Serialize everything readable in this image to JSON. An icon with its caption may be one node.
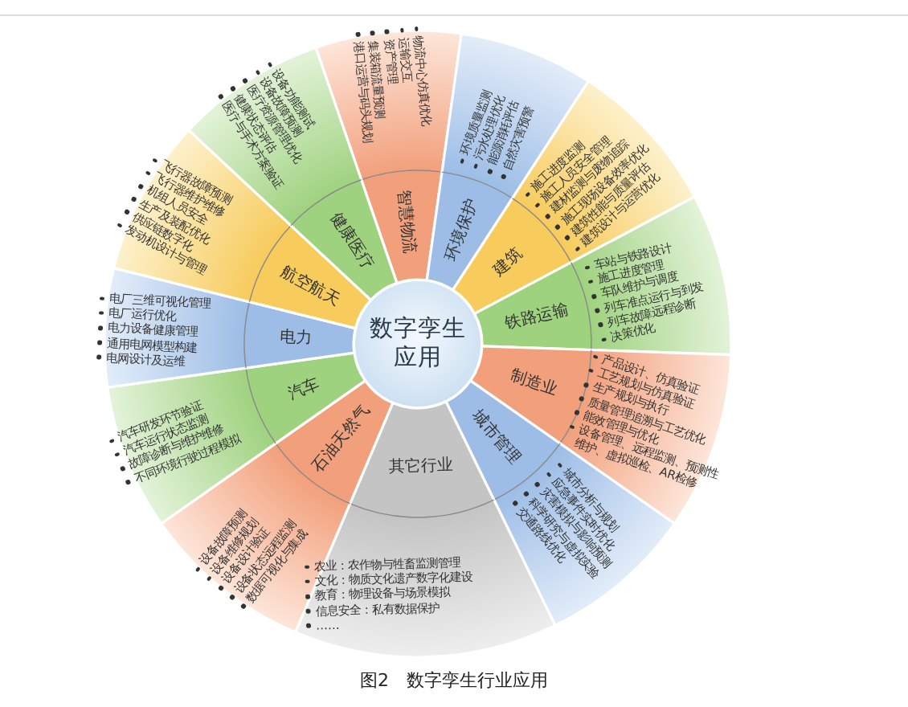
{
  "diagram": {
    "caption": "图2　数字孪生行业应用",
    "nodes": [
      {
        "text": [
          "数字孪生应用"
        ]
      },
      {
        "text": [
          "智慧物流",
          "物流中心仿真优化",
          "运输交互",
          "资产管理",
          "集装箱流量预测",
          "港口运营与码头规划"
        ]
      },
      {
        "text": [
          "环境保护",
          "环境质量监测",
          "污水处理优化",
          "能源消耗评估",
          "自然灾害预警"
        ]
      },
      {
        "text": [
          "建筑",
          "施工进度监测",
          "施工人员安全管理",
          "建材监测与废物追踪",
          "施工现场设备效率优化",
          "建筑性能与质量评估",
          "建筑设计与运营优化"
        ]
      },
      {
        "text": [
          "铁路运输",
          "车站与铁路设计",
          "施工进度管理",
          "车队维护与调度",
          "列车准点运行与到发",
          "列车故障远程诊断",
          "决策优化"
        ]
      },
      {
        "text": [
          "制造业",
          "产品设计、仿真验证",
          "工艺规划与仿真验证",
          "生产规划与执行",
          "质量管理追溯与工艺优化",
          "能效管理与优化",
          "设备管理、远程监测、预测性维护、虚拟巡检、AR检修"
        ]
      },
      {
        "text": [
          "城市管理",
          "城市分析与规划",
          "应急事件实时优化",
          "灾害模拟与影响预测",
          "科学研究与虚拟实验",
          "交通路线优化"
        ]
      },
      {
        "text": [
          "其它行业",
          "农业：农作物与牲畜监测管理",
          "文化：物质文化遗产数字化建设",
          "教育：物理设备与场景模拟",
          "信息安全：私有数据保护",
          "……"
        ]
      },
      {
        "text": [
          "石油天然气",
          "设备故障预测",
          "设备维修规划",
          "设备设计验证",
          "设备状态远程监测",
          "数据可视化与集成"
        ]
      },
      {
        "text": [
          "汽车",
          "汽车研发环节验证",
          "汽车运行状态监测",
          "故障诊断与维护维修",
          "不同环境行驶过程模拟"
        ]
      },
      {
        "text": [
          "电力",
          "电厂三维可视化管理",
          "电厂运行优化",
          "电力设备健康管理",
          "通用电网模型构建",
          "电网设计及运维"
        ]
      },
      {
        "text": [
          "航空航天",
          "飞行器故障预测",
          "飞行器维护维修",
          "机组人员安全",
          "生产及装配优化",
          "供应链数字化",
          "发动机设计与管理"
        ]
      },
      {
        "text": [
          "健康医疗",
          "设备功能测试",
          "设备故障预测",
          "医疗资源管理优化",
          "健康状态评估",
          "医疗与手术方案验证"
        ]
      }
    ]
  }
}
